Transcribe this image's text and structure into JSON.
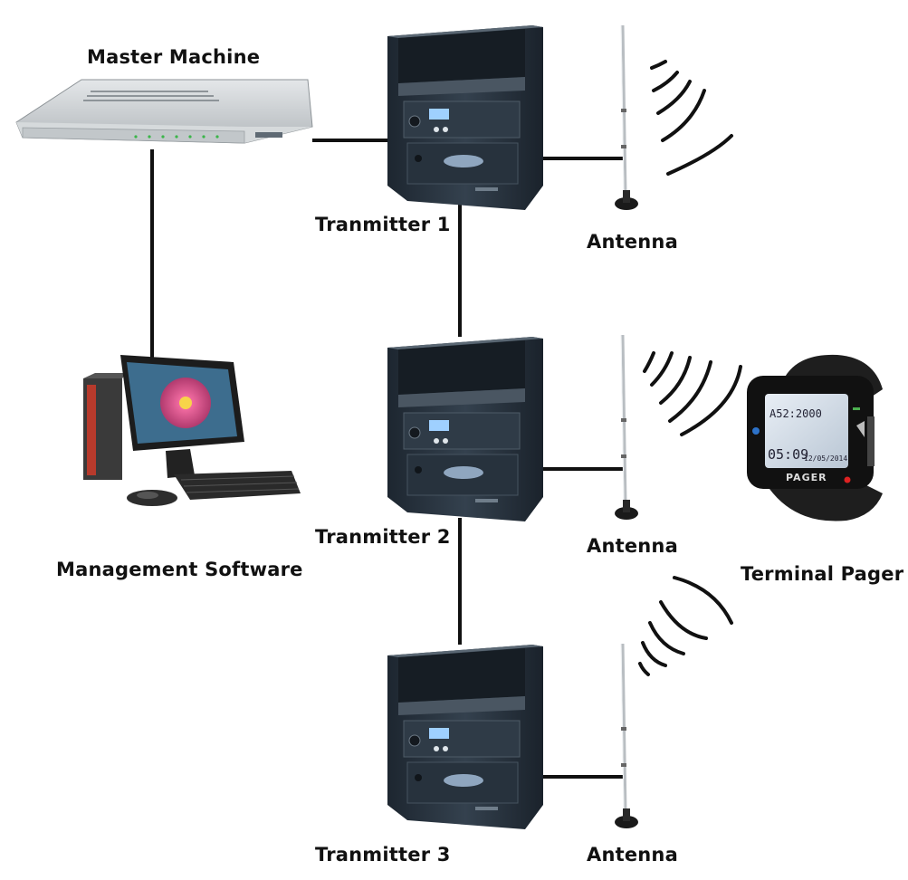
{
  "labels": {
    "master_machine": "Master Machine",
    "management_software": "Management Software",
    "transmitter_1": "Tranmitter 1",
    "transmitter_2": "Tranmitter 2",
    "transmitter_3": "Tranmitter 3",
    "antenna_1": "Antenna",
    "antenna_2": "Antenna",
    "antenna_3": "Antenna",
    "terminal_pager": "Terminal Pager"
  },
  "pager": {
    "screen_top": "A52:2000",
    "time": "05:09",
    "date": "12/05/2014",
    "brand": "PAGER"
  },
  "colors": {
    "line": "#111111",
    "cabinet": "#2b3642",
    "rack": "#c9cdd0",
    "screen": "#cfd8e3"
  },
  "icons": [
    "master-machine-icon",
    "computer-icon",
    "transmitter-icon",
    "antenna-icon",
    "signal-waves-icon",
    "pager-watch-icon"
  ]
}
